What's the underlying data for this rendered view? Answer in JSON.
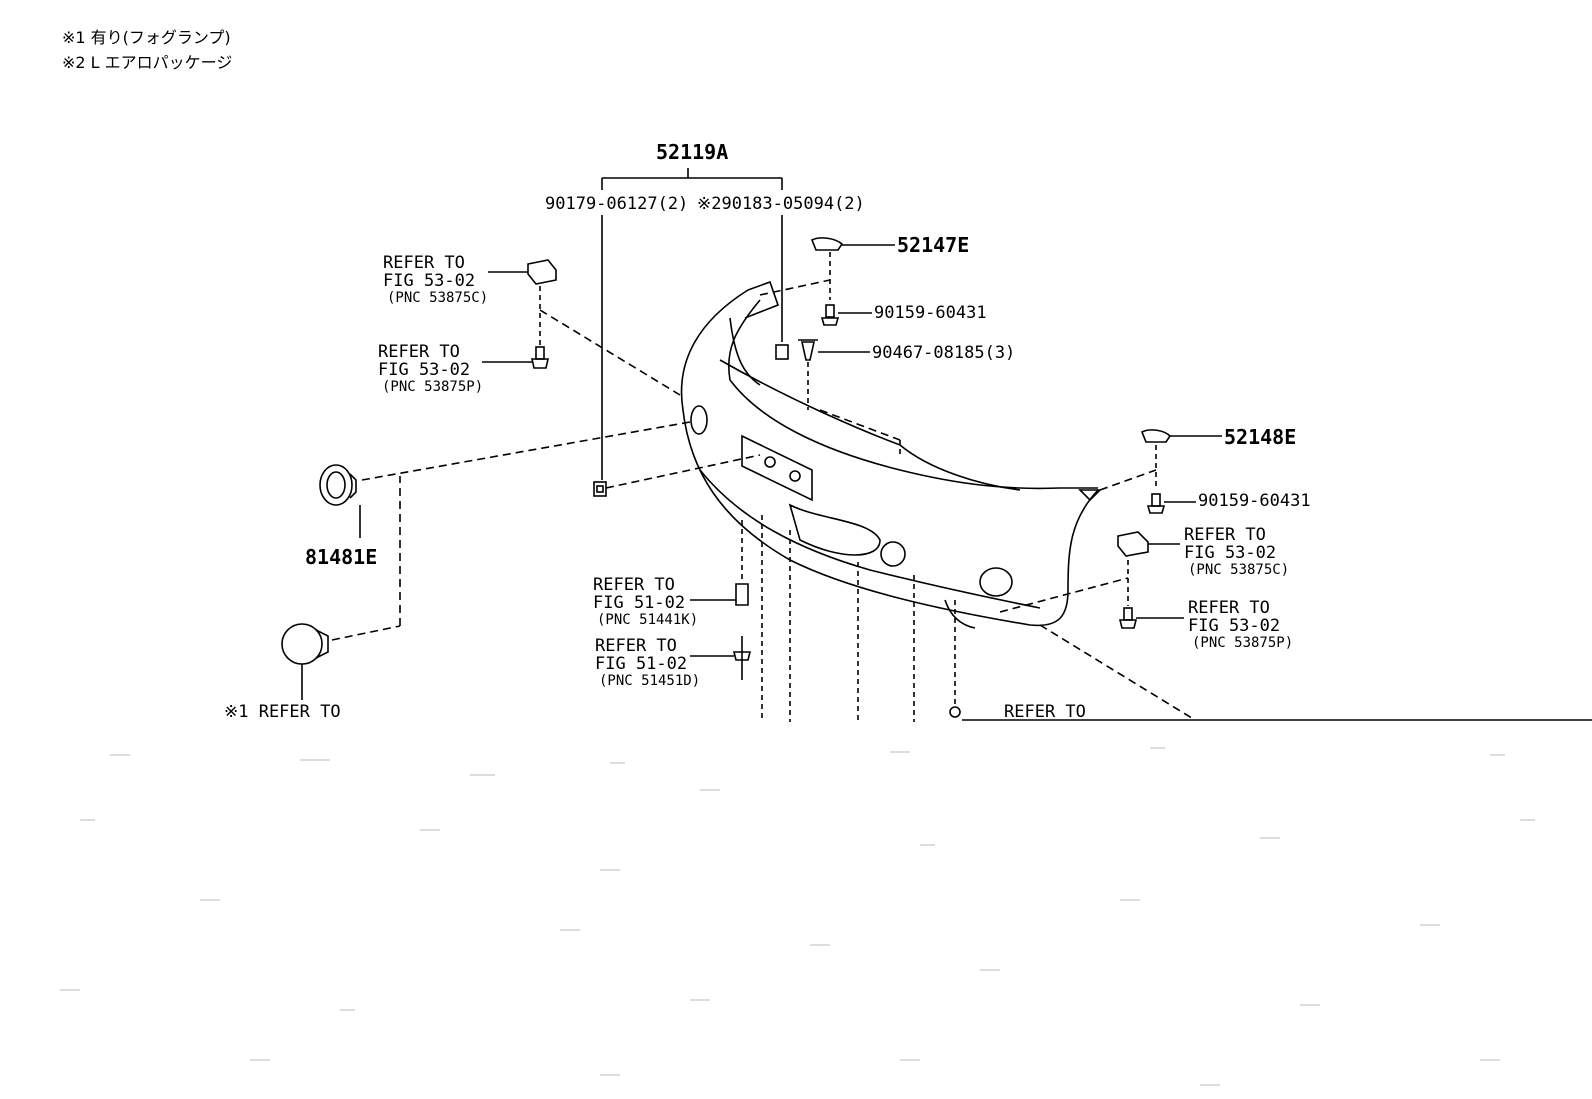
{
  "notes": [
    "※1 有り(フォグランプ)",
    "※2 L エアロパッケージ"
  ],
  "callouts": {
    "assy": "52119A",
    "clip_a": "90179-06127(2)",
    "clip_b": "※290183-05094(2)",
    "bracket_left": "52147E",
    "bracket_right": "52148E",
    "screw_top": "90159-60431",
    "clip_top": "90467-08185(3)",
    "screw_right": "90159-60431",
    "fog_cover": "81481E"
  },
  "refs": {
    "ref1": {
      "l1": "REFER TO",
      "l2": "FIG 53-02",
      "l3": "(PNC 53875C)"
    },
    "ref2": {
      "l1": "REFER TO",
      "l2": "FIG 53-02",
      "l3": "(PNC 53875P)"
    },
    "ref3": {
      "l1": "REFER TO",
      "l2": "FIG 53-02",
      "l3": "(PNC 53875C)"
    },
    "ref4": {
      "l1": "REFER TO",
      "l2": "FIG 53-02",
      "l3": "(PNC 53875P)"
    },
    "ref5": {
      "l1": "REFER TO",
      "l2": "FIG 51-02",
      "l3": "(PNC 51441K)"
    },
    "ref6": {
      "l1": "REFER TO",
      "l2": "FIG 51-02",
      "l3": "(PNC 51451D)"
    },
    "ref7": {
      "l1": "※1 REFER TO"
    },
    "ref8": {
      "l1": "REFER TO"
    }
  }
}
